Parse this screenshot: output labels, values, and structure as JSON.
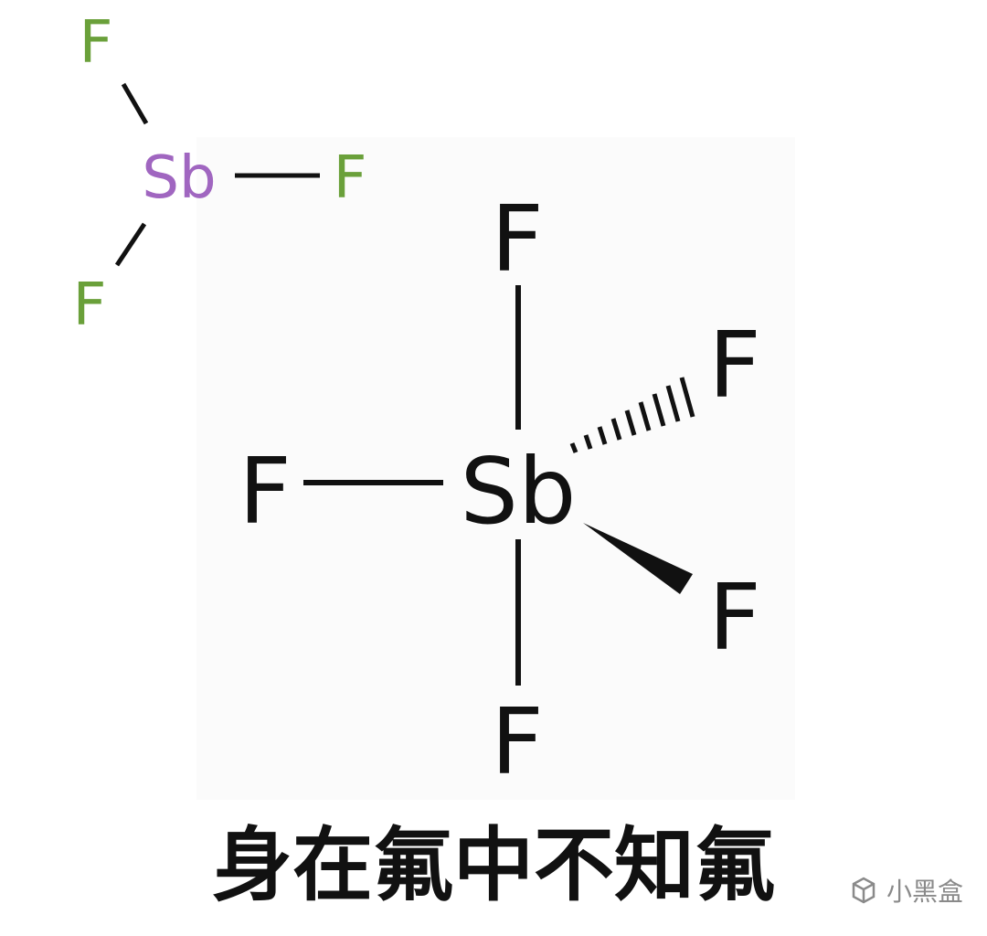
{
  "small_molecule": {
    "center_atom": "Sb",
    "ligand_atoms": [
      "F",
      "F",
      "F"
    ],
    "colors": {
      "center": "#a066c0",
      "ligand": "#6aa03a"
    }
  },
  "large_molecule": {
    "center_atom": "Sb",
    "ligand_atoms": [
      "F",
      "F",
      "F",
      "F",
      "F"
    ],
    "colors": {
      "center": "#111111",
      "ligand": "#111111"
    }
  },
  "caption": "身在氟中不知氟",
  "watermark": {
    "text": "小黑盒",
    "icon": "box-logo-icon"
  }
}
